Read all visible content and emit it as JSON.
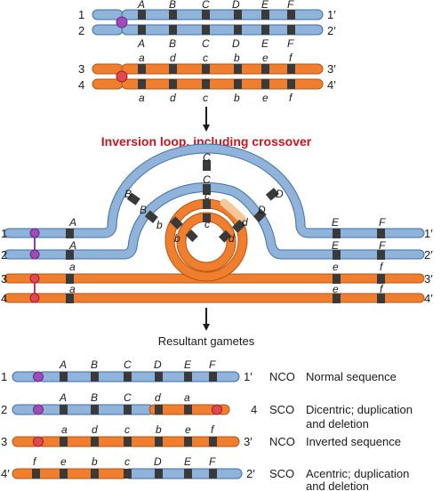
{
  "colors": {
    "blue": "#8fb3d9",
    "blue_edge": "#3e6fa6",
    "orange": "#ef7f2e",
    "orange_edge": "#b85512",
    "band": "#3a3a3a",
    "centromere_purple": "#a04bb8",
    "centromere_red": "#e2464e",
    "title_red": "#c4161c",
    "link_purple": "#8b3fa8",
    "link_red": "#d3305a"
  },
  "chromosomes": {
    "blue_top_left": "1",
    "blue_top_right": "1′",
    "blue_bottom_left": "2",
    "blue_bottom_right": "2′",
    "blue_genes": [
      "A",
      "B",
      "C",
      "D",
      "E",
      "F"
    ],
    "orange_top_left": "3",
    "orange_top_right": "3′",
    "orange_bottom_left": "4",
    "orange_bottom_right": "4′",
    "orange_genes": [
      "a",
      "d",
      "c",
      "b",
      "e",
      "f"
    ]
  },
  "loop": {
    "title": "Inversion loop, including crossover",
    "left_labels": [
      "1",
      "2",
      "3",
      "4"
    ],
    "right_labels": [
      "1′",
      "2′",
      "3′",
      "4′"
    ],
    "outer_arc_genes": [
      "B",
      "C",
      "D"
    ],
    "inner_arc_genes": [
      "B",
      "C"
    ],
    "inner_orange_genes": [
      "b",
      "c",
      "d"
    ],
    "innermost_genes": [
      "b",
      "c",
      "d"
    ],
    "straight_blue_top": [
      "A",
      "E",
      "F"
    ],
    "straight_blue_bottom": [
      "A",
      "E",
      "F"
    ],
    "straight_orange_top": [
      "a",
      "e",
      "f"
    ],
    "straight_orange_bottom": [
      "a",
      "e",
      "f"
    ]
  },
  "gametes": {
    "title": "Resultant gametes",
    "rows": [
      {
        "left": "1",
        "genes": [
          "A",
          "B",
          "C",
          "D",
          "E",
          "F"
        ],
        "right": "1′",
        "type": "NCO",
        "description": "Normal sequence",
        "description2": ""
      },
      {
        "left": "2",
        "genes": [
          "A",
          "B",
          "C",
          "d",
          "a"
        ],
        "right": "4",
        "type": "SCO",
        "description": "Dicentric; duplication",
        "description2": "and deletion"
      },
      {
        "left": "3",
        "genes": [
          "a",
          "d",
          "c",
          "b",
          "e",
          "f"
        ],
        "right": "3′",
        "type": "NCO",
        "description": "Inverted sequence",
        "description2": ""
      },
      {
        "left": "4′",
        "genes": [
          "f",
          "e",
          "b",
          "c",
          "D",
          "E",
          "F"
        ],
        "right": "2′",
        "type": "SCO",
        "description": "Acentric; duplication",
        "description2": "and deletion"
      }
    ]
  }
}
